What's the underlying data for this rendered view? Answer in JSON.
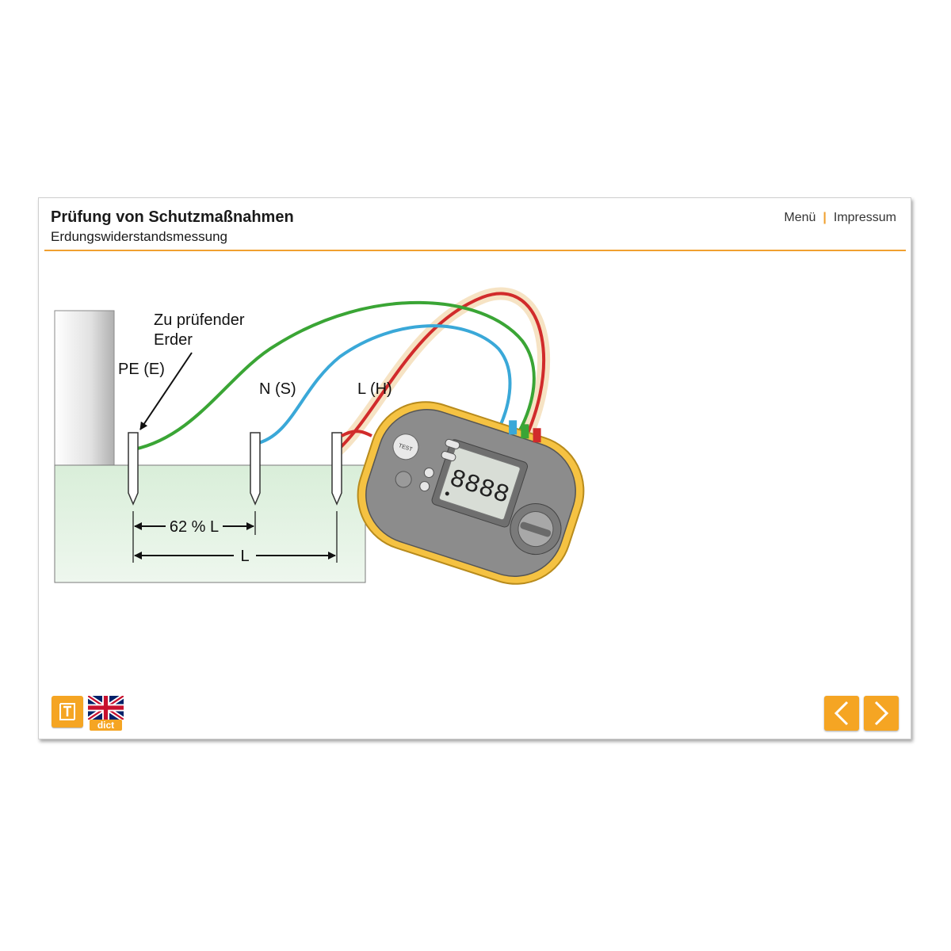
{
  "header": {
    "title": "Prüfung von Schutzmaßnahmen",
    "subtitle": "Erdungswiderstandsmessung"
  },
  "nav": {
    "menu_label": "Menü",
    "imprint_label": "Impressum"
  },
  "diagram": {
    "label_test_earth_line1": "Zu prüfender",
    "label_test_earth_line2": "Erder",
    "label_pe": "PE (E)",
    "label_n": "N (S)",
    "label_l": "L (H)",
    "dim_62": "62 % L",
    "dim_l": "L",
    "display_digits": "8888",
    "button_test": "TEST"
  },
  "footer": {
    "dict_label": "dict",
    "t_icon": "terms-icon",
    "flag_icon": "uk-flag-icon",
    "prev_icon": "chevron-left-icon",
    "next_icon": "chevron-right-icon"
  },
  "colors": {
    "accent": "#f5a523",
    "wire_green": "#3aa535",
    "wire_blue": "#3aa8d8",
    "wire_red": "#d12b2b",
    "ground": "#e7f3e7",
    "meter_body": "#f5c242"
  }
}
